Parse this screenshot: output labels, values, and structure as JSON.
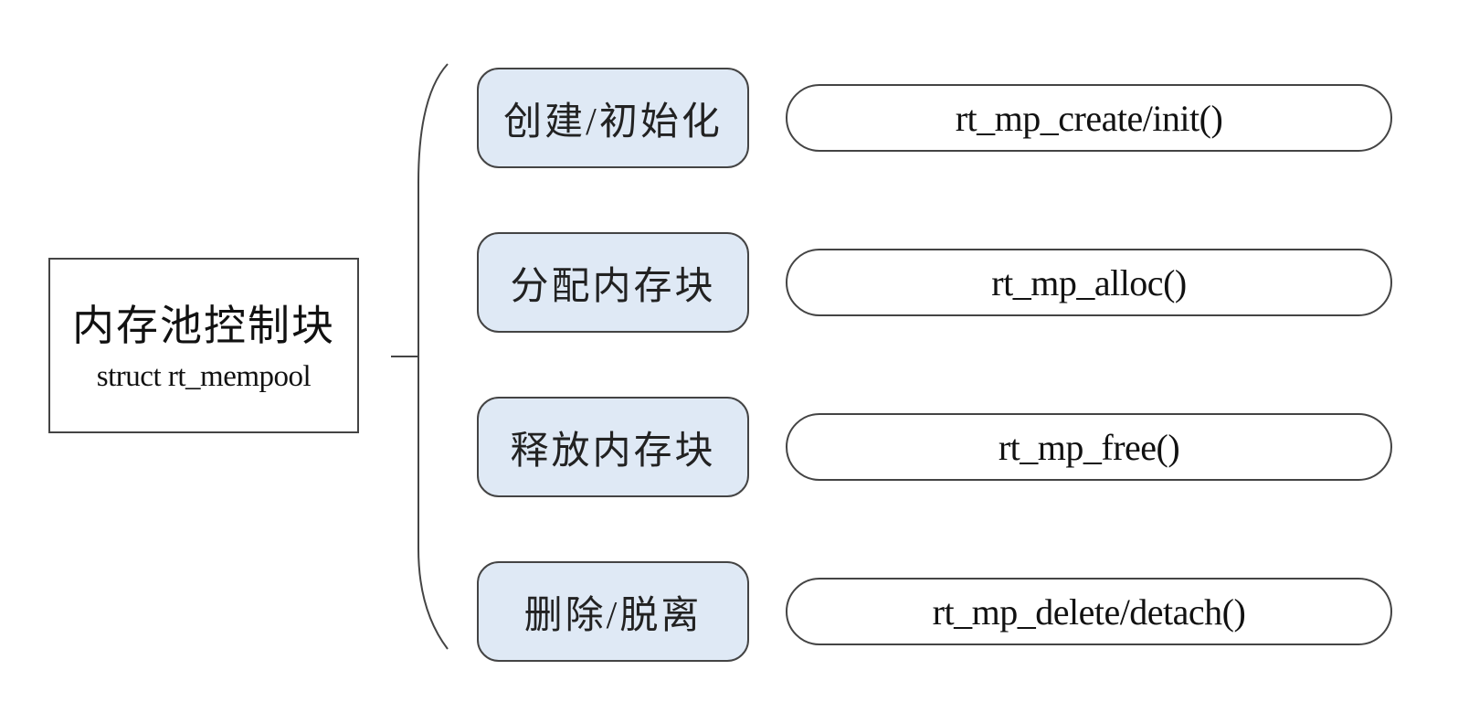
{
  "control_block": {
    "title": "内存池控制块",
    "struct": "struct rt_mempool"
  },
  "operations": [
    {
      "label": "创建/初始化",
      "function": "rt_mp_create/init()"
    },
    {
      "label": "分配内存块",
      "function": "rt_mp_alloc()"
    },
    {
      "label": "释放内存块",
      "function": "rt_mp_free()"
    },
    {
      "label": "删除/脱离",
      "function": "rt_mp_delete/detach()"
    }
  ],
  "colors": {
    "operation_fill": "#dfe9f5",
    "stroke": "#444444"
  }
}
